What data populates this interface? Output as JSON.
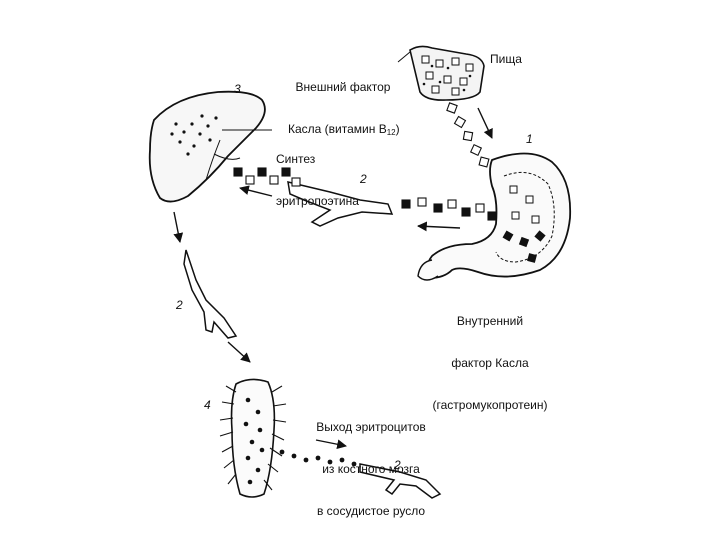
{
  "labels": {
    "extrinsic_factor_line1": "Внешний фактор",
    "extrinsic_factor_line2": "Касла (витамин B",
    "extrinsic_factor_sub": "12",
    "extrinsic_factor_end": ")",
    "food": "Пища",
    "synthesis_line1": "Синтез",
    "synthesis_line2": "эритропоэтина",
    "intrinsic_line1": "Внутренний",
    "intrinsic_line2": "фактор Касла",
    "intrinsic_line3": "(гастромукопротеин)",
    "release_line1": "Выход эритроцитов",
    "release_line2": "из костного мозга",
    "release_line3": "в сосудистое русло"
  },
  "numbers": {
    "stomach": "1",
    "vessel_top": "2",
    "liver": "3",
    "vessel_left": "2",
    "marrow": "4",
    "vessel_bottom": "2"
  },
  "colors": {
    "ink": "#111111",
    "background": "#ffffff"
  }
}
